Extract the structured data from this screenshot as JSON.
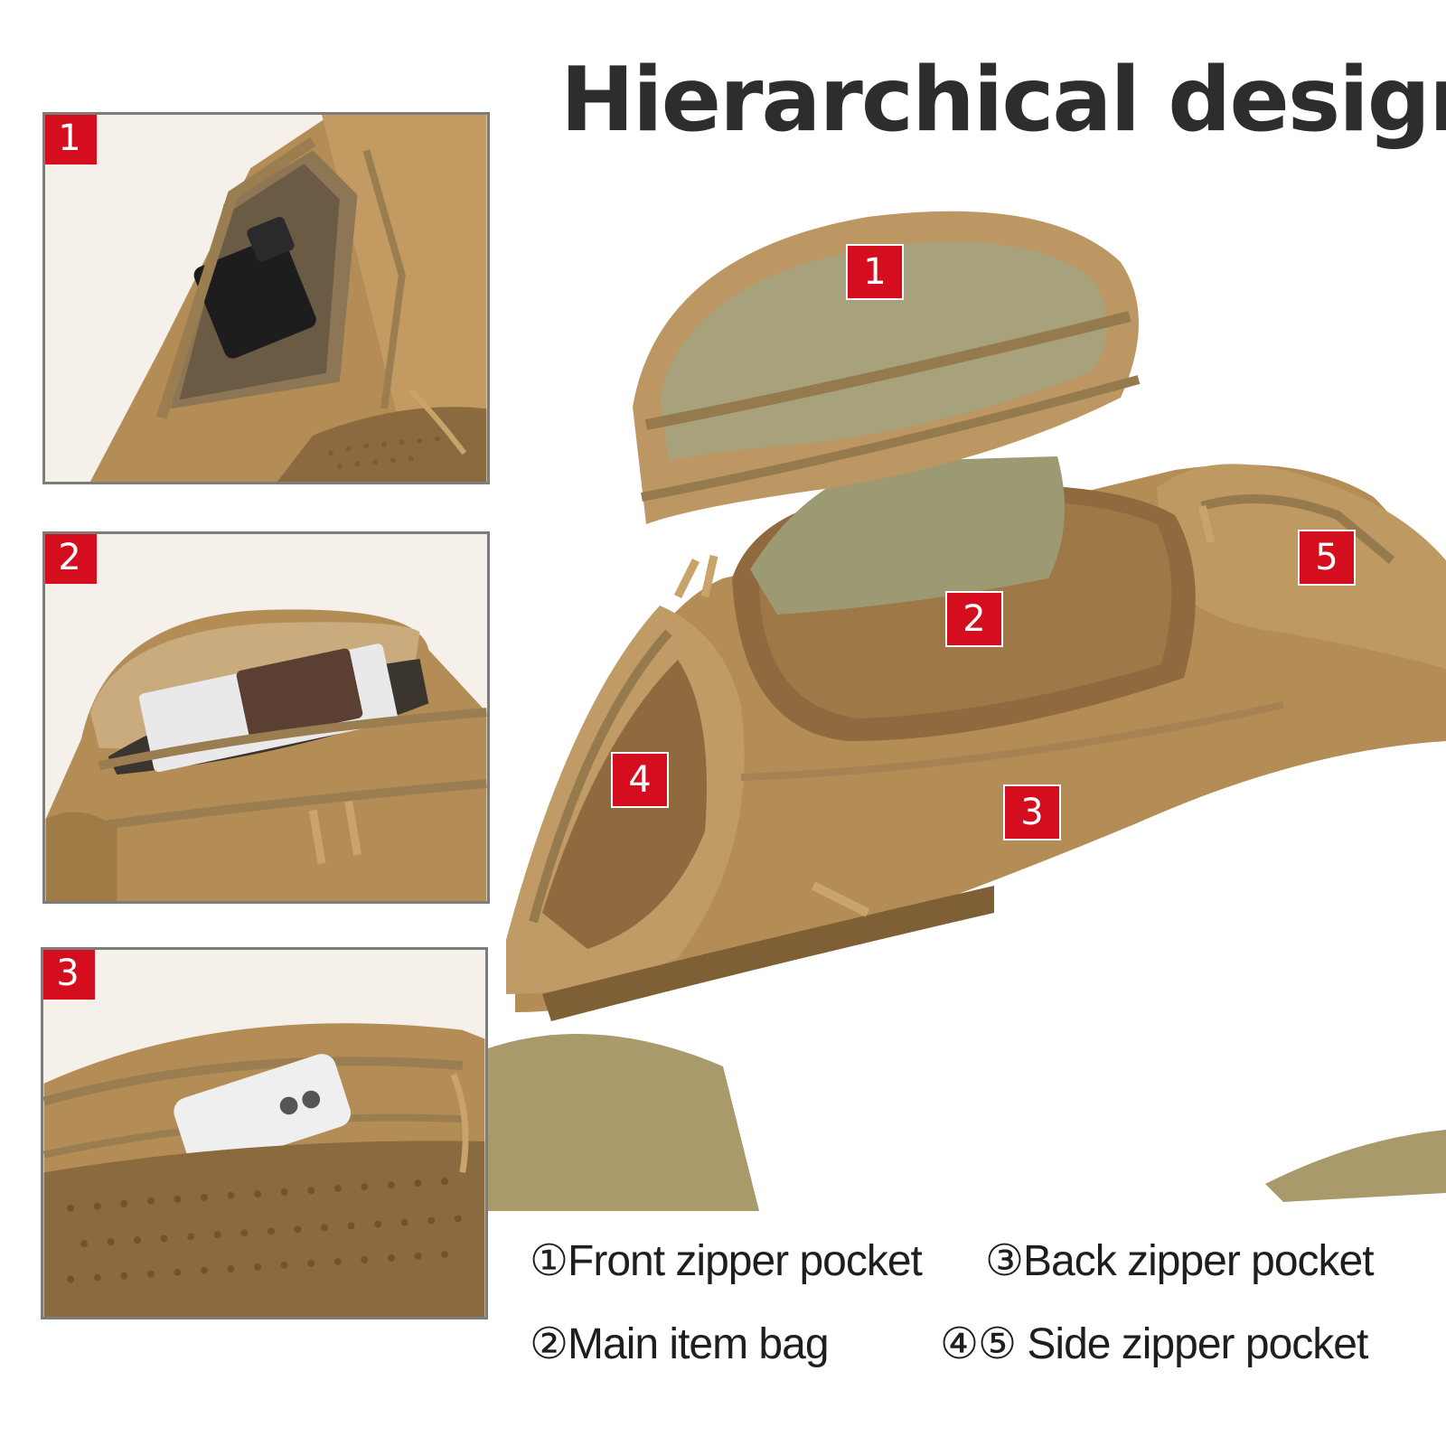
{
  "title": "Hierarchical design",
  "thumbnails": [
    {
      "badge": "1",
      "subject": "front-pocket-with-charger"
    },
    {
      "badge": "2",
      "subject": "main-compartment-with-wallet"
    },
    {
      "badge": "3",
      "subject": "back-pocket-with-phone"
    }
  ],
  "hero_markers": [
    "1",
    "2",
    "3",
    "4",
    "5"
  ],
  "legend": {
    "item1": "①Front zipper pocket",
    "item2": "③Back zipper pocket",
    "item3": "②Main item bag",
    "item4": "④⑤ Side zipper pocket"
  },
  "colors": {
    "badge_red": "#d50e1f",
    "bag_tan": "#b8925a",
    "lining_olive": "#9c9a72",
    "strap_khaki": "#a89a6a"
  }
}
